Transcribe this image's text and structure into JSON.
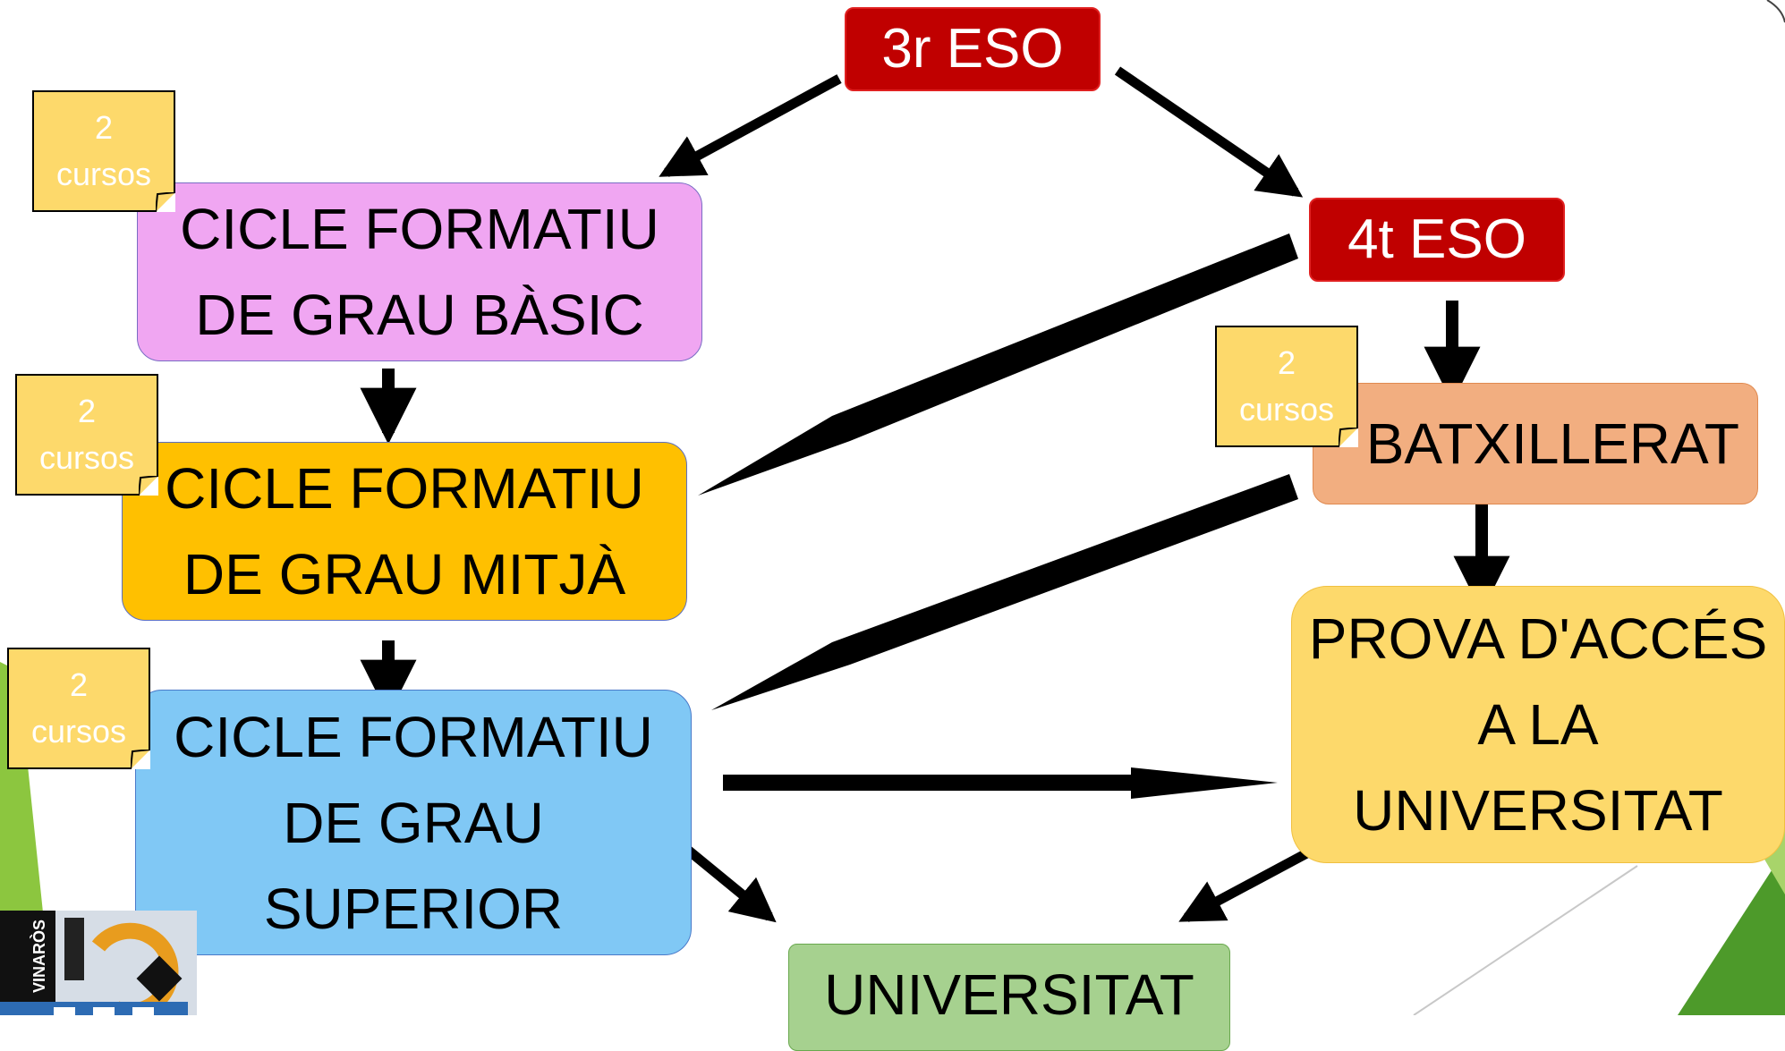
{
  "nodes": {
    "eso3": "3r ESO",
    "eso4": "4t ESO",
    "basic": "CICLE FORMATIU\nDE GRAU BÀSIC",
    "mitja": "CICLE FORMATIU\nDE GRAU MITJÀ",
    "superior": "CICLE FORMATIU\nDE GRAU\nSUPERIOR",
    "batxillerat": "BATXILLERAT",
    "prova": "PROVA D'ACCÉS\nA LA\nUNIVERSITAT",
    "universitat": "UNIVERSITAT"
  },
  "notes": {
    "basic": "2\ncursos",
    "mitja": "2\ncursos",
    "superior": "2\ncursos",
    "batxillerat": "2\ncursos"
  },
  "logo": {
    "text": "VINARÒS"
  },
  "colors": {
    "eso": "#c00000",
    "basic": "#f0a6f2",
    "mitja": "#ffc000",
    "superior": "#80c8f5",
    "batxillerat": "#f2ae80",
    "prova": "#fdd96b",
    "universitat": "#a6d18f",
    "arrow": "#000000"
  },
  "edges": [
    [
      "eso3",
      "basic"
    ],
    [
      "eso3",
      "eso4"
    ],
    [
      "eso4",
      "mitja"
    ],
    [
      "eso4",
      "batxillerat"
    ],
    [
      "basic",
      "mitja"
    ],
    [
      "mitja",
      "superior"
    ],
    [
      "batxillerat",
      "superior"
    ],
    [
      "batxillerat",
      "prova"
    ],
    [
      "superior",
      "prova"
    ],
    [
      "superior",
      "universitat"
    ],
    [
      "prova",
      "universitat"
    ]
  ]
}
